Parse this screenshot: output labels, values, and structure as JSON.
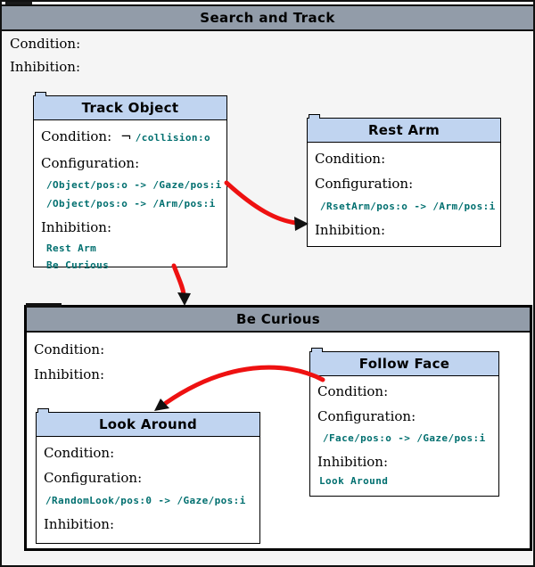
{
  "root": {
    "title": "Search and Track",
    "condition_label": "Condition:",
    "inhibition_label": "Inhibition:"
  },
  "boxes": {
    "track_object": {
      "title": "Track Object",
      "condition_label": "Condition:",
      "condition_not": "¬",
      "condition_value": "/collision:o",
      "configuration_label": "Configuration:",
      "configuration_lines": [
        "/Object/pos:o -> /Gaze/pos:i",
        "/Object/pos:o -> /Arm/pos:i"
      ],
      "inhibition_label": "Inhibition:",
      "inhibition_lines": [
        "Rest Arm",
        "Be Curious"
      ]
    },
    "rest_arm": {
      "title": "Rest Arm",
      "condition_label": "Condition:",
      "configuration_label": "Configuration:",
      "configuration_lines": [
        "/RsetArm/pos:o -> /Arm/pos:i"
      ],
      "inhibition_label": "Inhibition:"
    },
    "be_curious": {
      "title": "Be Curious",
      "condition_label": "Condition:",
      "inhibition_label": "Inhibition:"
    },
    "look_around": {
      "title": "Look Around",
      "condition_label": "Condition:",
      "configuration_label": "Configuration:",
      "configuration_lines": [
        "/RandomLook/pos:0 -> /Gaze/pos:i"
      ],
      "inhibition_label": "Inhibition:"
    },
    "follow_face": {
      "title": "Follow Face",
      "condition_label": "Condition:",
      "configuration_label": "Configuration:",
      "configuration_lines": [
        "/Face/pos:o -> /Gaze/pos:i"
      ],
      "inhibition_label": "Inhibition:",
      "inhibition_lines": [
        "Look Around"
      ]
    }
  },
  "edges": [
    {
      "from": "Track Object",
      "to": "Rest Arm"
    },
    {
      "from": "Track Object",
      "to": "Be Curious"
    },
    {
      "from": "Follow Face",
      "to": "Look Around"
    }
  ],
  "colors": {
    "header_gray": "#929CA9",
    "header_blue": "#C0D4F0",
    "arrow_red": "#EE1111",
    "arrowhead_black": "#111111",
    "mono_teal": "#006F6F",
    "background": "#F5F5F5"
  }
}
